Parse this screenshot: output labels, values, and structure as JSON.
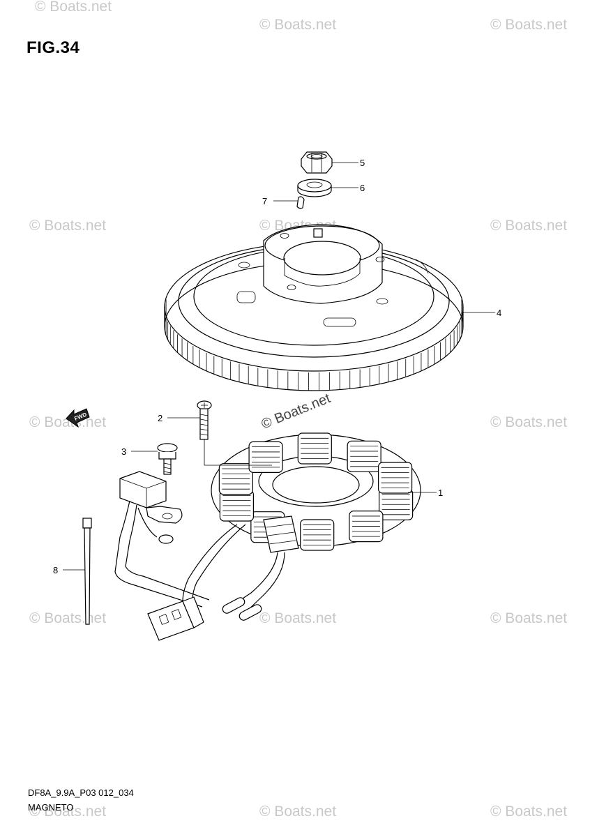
{
  "figure": {
    "title": "FIG.34"
  },
  "footer": {
    "code": "DF8A_9.9A_P03 012_034",
    "name": "MAGNETO"
  },
  "watermark": "© Boats.net",
  "fwd_label": "FWD",
  "callouts": [
    {
      "id": "1",
      "label": "1"
    },
    {
      "id": "2",
      "label": "2"
    },
    {
      "id": "3",
      "label": "3"
    },
    {
      "id": "4",
      "label": "4"
    },
    {
      "id": "5",
      "label": "5"
    },
    {
      "id": "6",
      "label": "6"
    },
    {
      "id": "7",
      "label": "7"
    },
    {
      "id": "8",
      "label": "8"
    }
  ]
}
